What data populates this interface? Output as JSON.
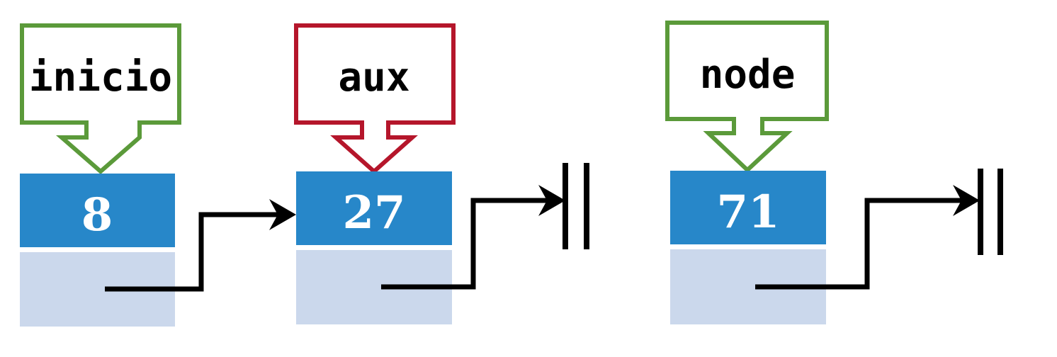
{
  "colors": {
    "pointer_green": "#5b9a3a",
    "pointer_red": "#b5162b",
    "node_value_bg": "#2787c9",
    "node_next_bg": "#cbd8ec",
    "link": "#000000"
  },
  "pointers": [
    {
      "id": "inicio",
      "label": "inicio",
      "color": "#5b9a3a",
      "target": "node-1"
    },
    {
      "id": "aux",
      "label": "aux",
      "color": "#b5162b",
      "target": "node-2"
    },
    {
      "id": "node",
      "label": "node",
      "color": "#5b9a3a",
      "target": "node-3"
    }
  ],
  "nodes": [
    {
      "id": "node-1",
      "value": "8",
      "next": "node-2"
    },
    {
      "id": "node-2",
      "value": "27",
      "next": "null"
    },
    {
      "id": "node-3",
      "value": "71",
      "next": "null"
    }
  ]
}
